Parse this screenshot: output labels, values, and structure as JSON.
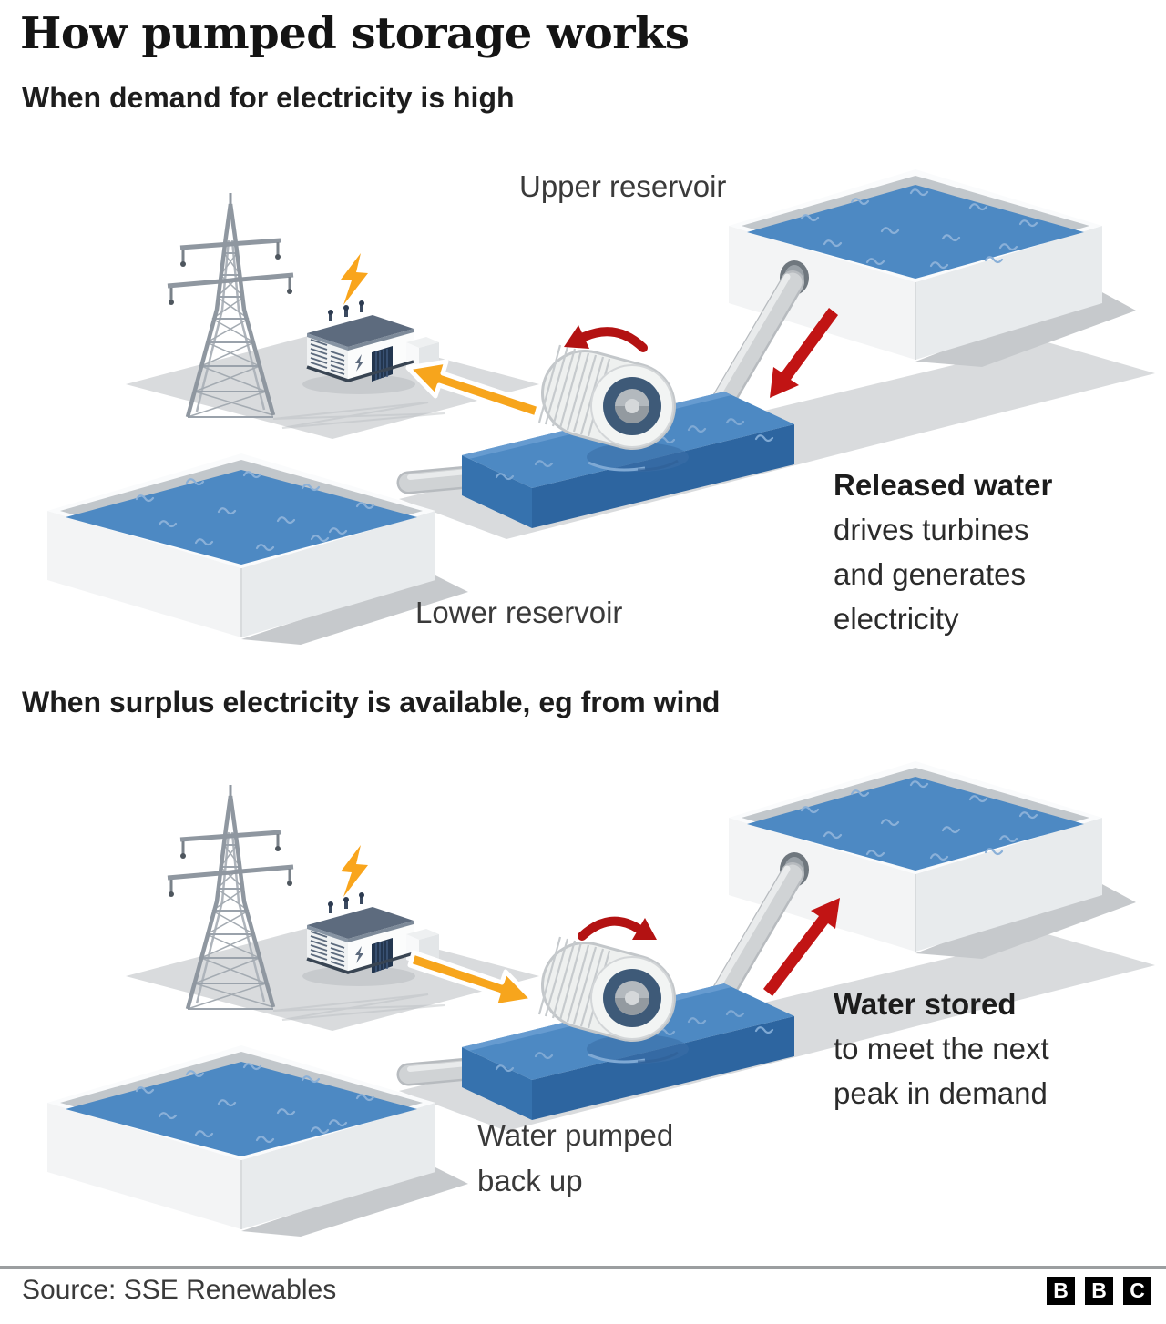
{
  "title": "How pumped storage works",
  "panels": [
    {
      "heading": "When demand for electricity is high",
      "labels": {
        "upper_reservoir": "Upper reservoir",
        "lower_reservoir": "Lower reservoir"
      },
      "annotation": {
        "lead": "Released water",
        "line1": "drives turbines",
        "line2": "and generates",
        "line3": "electricity"
      }
    },
    {
      "heading": "When surplus electricity is available, eg from wind",
      "annotation": {
        "lead": "Water stored",
        "line1": "to meet the next",
        "line2": "peak in demand"
      },
      "pump_label": {
        "line1": "Water pumped",
        "line2": "back up"
      }
    }
  ],
  "footer": {
    "source": "Source: SSE Renewables",
    "logo": {
      "letters": [
        "B",
        "B",
        "C"
      ]
    }
  },
  "icons": {
    "lightning_bolt_icon": "yellow zigzag bolt",
    "rotation_arrow_icon": "curved red arrow",
    "water_flow_arrow_icon": "straight red arrow",
    "electricity_flow_arrow_icon": "yellow arrow with white outline",
    "bbc_logo": "three black squares with white letters"
  },
  "colors": {
    "water": "#4d89c3",
    "water_channel_side": "#3672ae",
    "wave": "#8ab0d8",
    "concrete_light": "#f3f4f5",
    "concrete_shade": "#e8ebed",
    "ground": "#d9dbdd",
    "shadow": "#c6c9cc",
    "pylon": "#8f97a0",
    "generator_roof": "#5d6b7e",
    "generator_grille": "#23364f",
    "arrow_yellow": "#f7a51c",
    "arrow_red": "#c11414",
    "rotation_red": "#b31212",
    "text": "#2b2b2b",
    "divider": "#9b9ea0",
    "logo_bg": "#000000"
  }
}
